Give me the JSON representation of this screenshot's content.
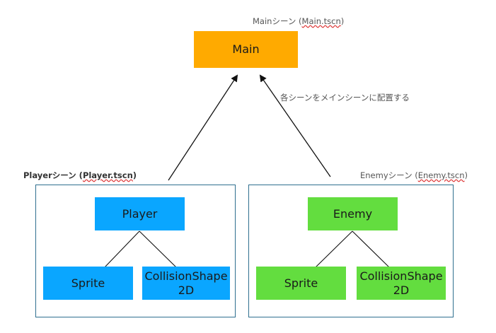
{
  "main_scene": {
    "caption_prefix": "Mainシーン (",
    "caption_file": "Main.tscn",
    "caption_suffix": ")",
    "node_label": "Main",
    "color": "#ffaa00"
  },
  "note": "各シーンをメインシーンに配置する",
  "player_scene": {
    "caption_prefix": "Playerシーン (",
    "caption_file": "Player.tscn",
    "caption_suffix": ")",
    "root_label": "Player",
    "child_1": "Sprite",
    "child_2_line1": "CollisionShape",
    "child_2_line2": "2D",
    "color": "#0aa6ff"
  },
  "enemy_scene": {
    "caption_prefix": "Enemyシーン (",
    "caption_file": "Enemy.tscn",
    "caption_suffix": ")",
    "root_label": "Enemy",
    "child_1": "Sprite",
    "child_2_line1": "CollisionShape",
    "child_2_line2": "2D",
    "color": "#63dd3f"
  }
}
